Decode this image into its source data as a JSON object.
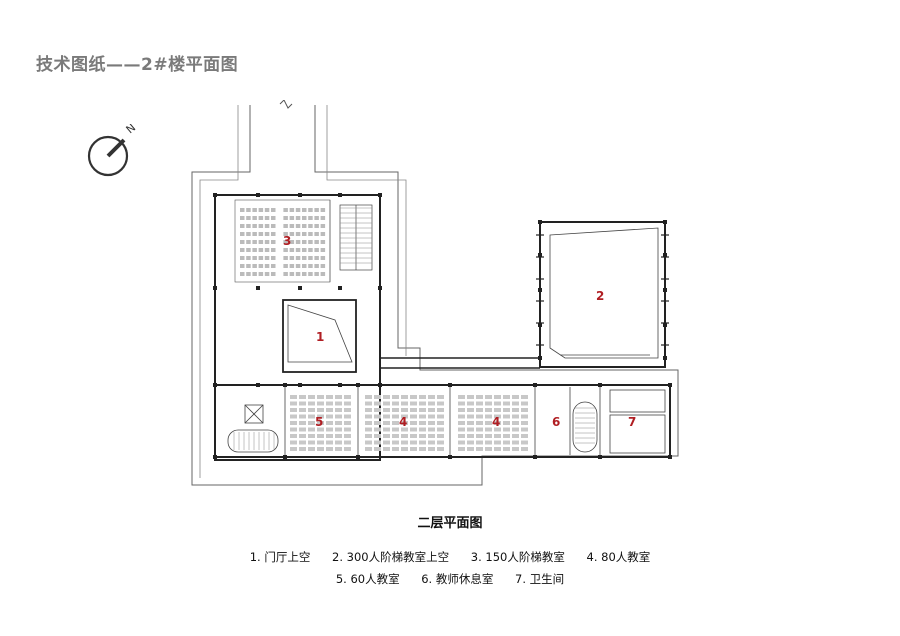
{
  "title": "技术图纸——2#楼平面图",
  "compass": {
    "north_label": "N",
    "icon": "north-arrow-icon"
  },
  "rooms": [
    {
      "id": "1",
      "label": "1"
    },
    {
      "id": "2",
      "label": "2"
    },
    {
      "id": "3",
      "label": "3"
    },
    {
      "id": "4a",
      "label": "4"
    },
    {
      "id": "4b",
      "label": "4"
    },
    {
      "id": "5",
      "label": "5"
    },
    {
      "id": "6",
      "label": "6"
    },
    {
      "id": "7",
      "label": "7"
    }
  ],
  "caption": "二层平面图",
  "legend": {
    "row1": [
      "1. 门厅上空",
      "2. 300人阶梯教室上空",
      "3. 150人阶梯教室",
      "4. 80人教室"
    ],
    "row2": [
      "5. 60人教室",
      "6. 教师休息室",
      "7. 卫生间"
    ]
  },
  "colors": {
    "title": "#7a7a7a",
    "room_label": "#b01e23",
    "lines": "#333333"
  }
}
